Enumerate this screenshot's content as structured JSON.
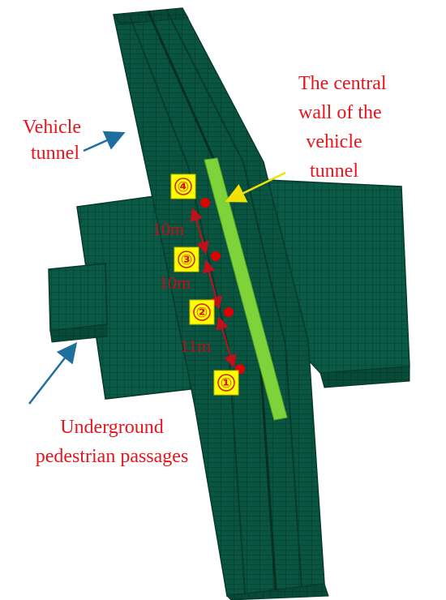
{
  "labels": {
    "vehicle_tunnel": [
      "Vehicle",
      "tunnel"
    ],
    "central_wall": [
      "The central",
      "wall of the",
      "vehicle",
      "tunnel"
    ],
    "pedestrian": [
      "Underground",
      "pedestrian passages"
    ]
  },
  "points": [
    "④",
    "③",
    "②",
    "①"
  ],
  "distances": [
    "10m",
    "10m",
    "11m"
  ],
  "colors": {
    "mesh_fill": "#0b5a45",
    "mesh_line": "#06392b",
    "wall": "#7ed23a",
    "marker": "#e00000",
    "badge": "#ffff00",
    "label": "#e8141b",
    "arrow_blue": "#1f6f9e",
    "arrow_yellow": "#f2e200"
  }
}
